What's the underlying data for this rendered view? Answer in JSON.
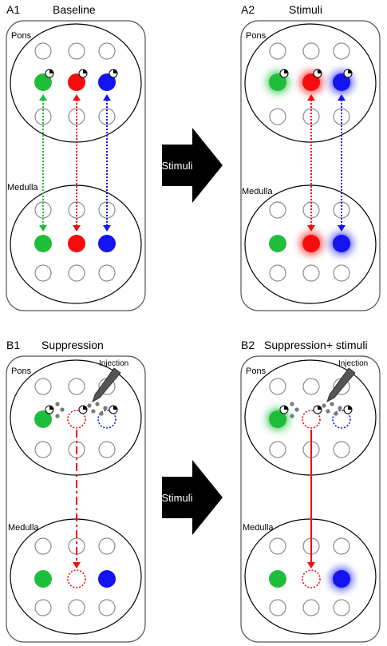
{
  "panels": {
    "a1": {
      "id": "A1",
      "title": "Baseline"
    },
    "a2": {
      "id": "A2",
      "title": "Stimuli"
    },
    "b1": {
      "id": "B1",
      "title": "Suppression"
    },
    "b2": {
      "id": "B2",
      "title": "Suppression+ stimuli"
    }
  },
  "regions": {
    "pons": "Pons",
    "medulla": "Medulla"
  },
  "injection_label": "Injection",
  "arrows": {
    "top": "Stimuli",
    "bottom": "Stimuli"
  },
  "colors": {
    "green": "#1fbe3a",
    "red": "#f50d0d",
    "blue": "#1414f0",
    "grey": "#8c8c8c",
    "dots": "#7a7a7a",
    "arrow": "#000000"
  }
}
